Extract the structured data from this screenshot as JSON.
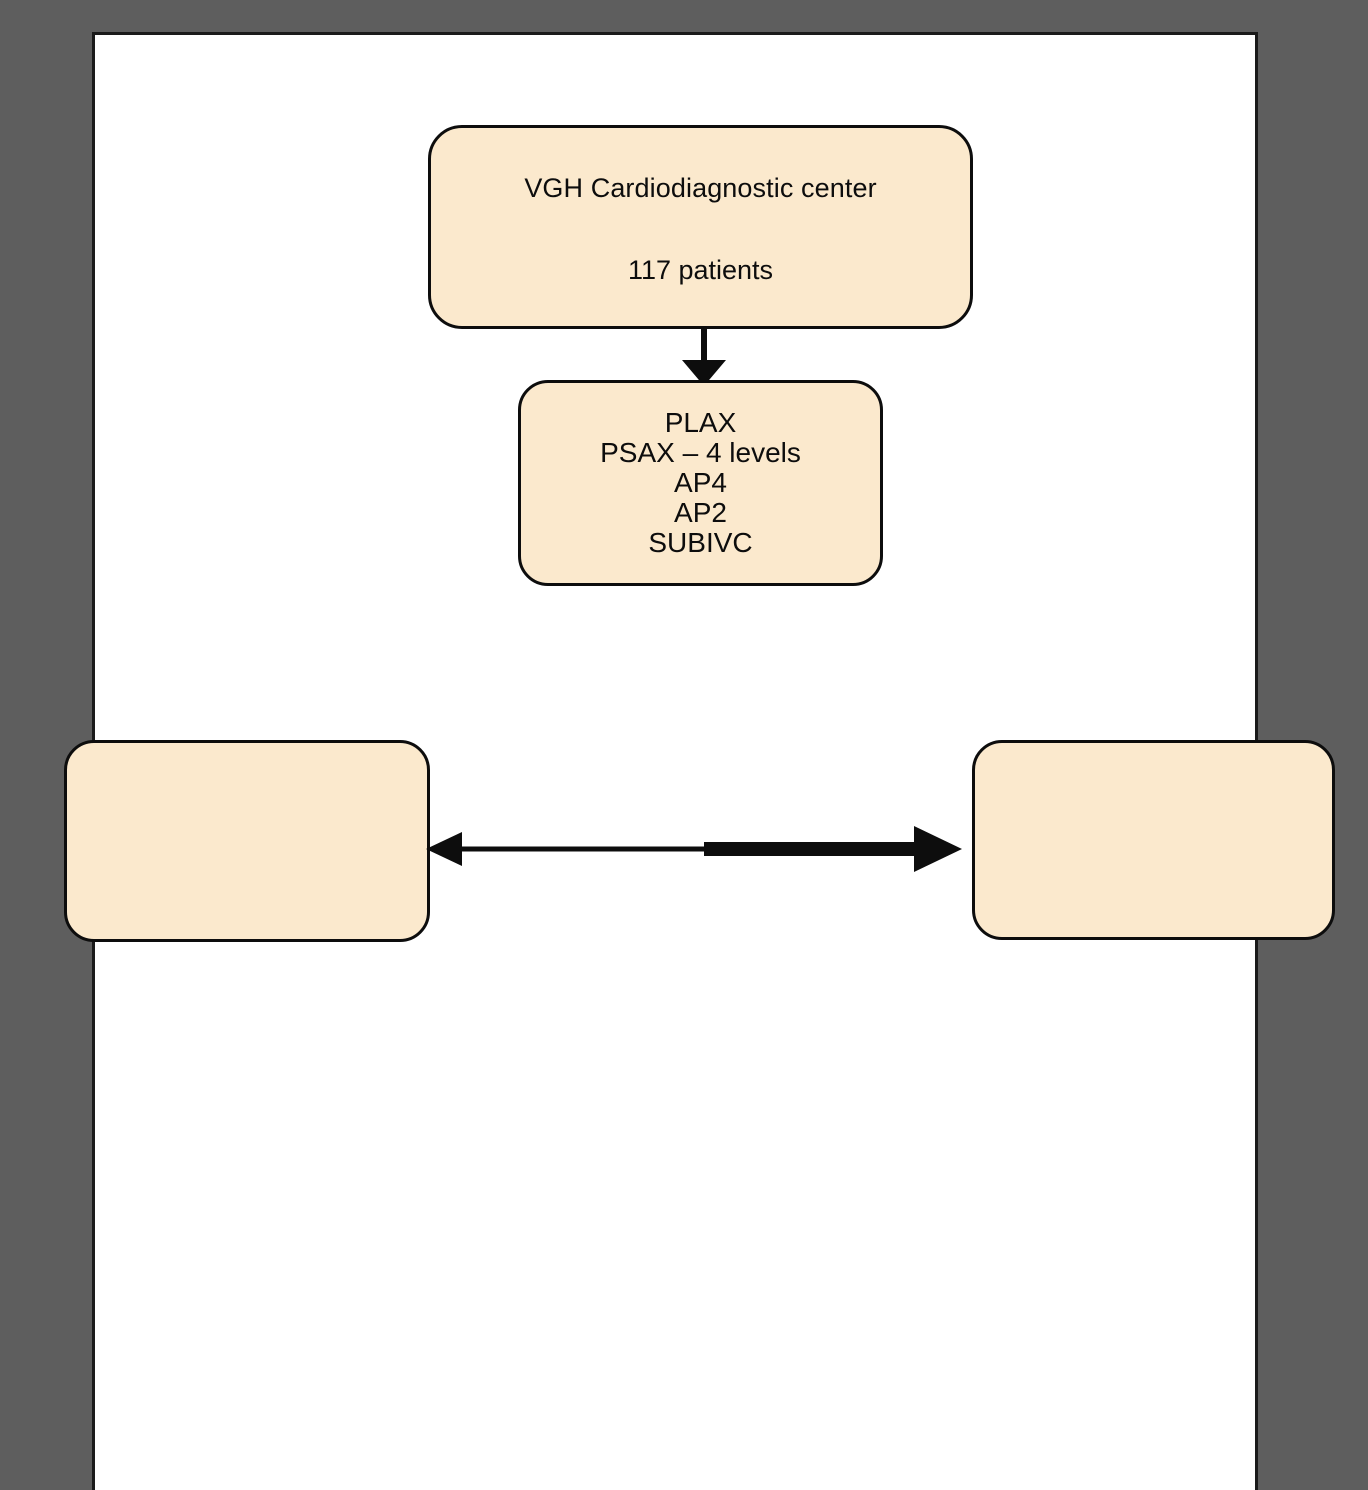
{
  "canvas": {
    "background_color": "#5e5e5e",
    "page_color": "#ffffff",
    "node_fill_color": "#fbe9cd",
    "node_border_color": "#0d0d0d",
    "text_color": "#0d0d0d"
  },
  "diagram": {
    "type": "flowchart",
    "nodes": [
      {
        "id": "source",
        "title": "VGH Cardiodiagnostic center",
        "count": "117 patients"
      },
      {
        "id": "views",
        "lines": [
          "PLAX",
          "PSAX – 4 levels",
          "AP4",
          "AP2",
          "SUBIVC"
        ]
      },
      {
        "id": "left",
        "label": ""
      },
      {
        "id": "right",
        "label": ""
      }
    ],
    "connectors": [
      {
        "id": "source-to-views",
        "from": "source",
        "to": "views",
        "direction": "down",
        "arrowheads": "single"
      },
      {
        "id": "left-to-right",
        "from": "left",
        "to": "right",
        "direction": "horizontal",
        "arrowheads": "double"
      }
    ]
  }
}
